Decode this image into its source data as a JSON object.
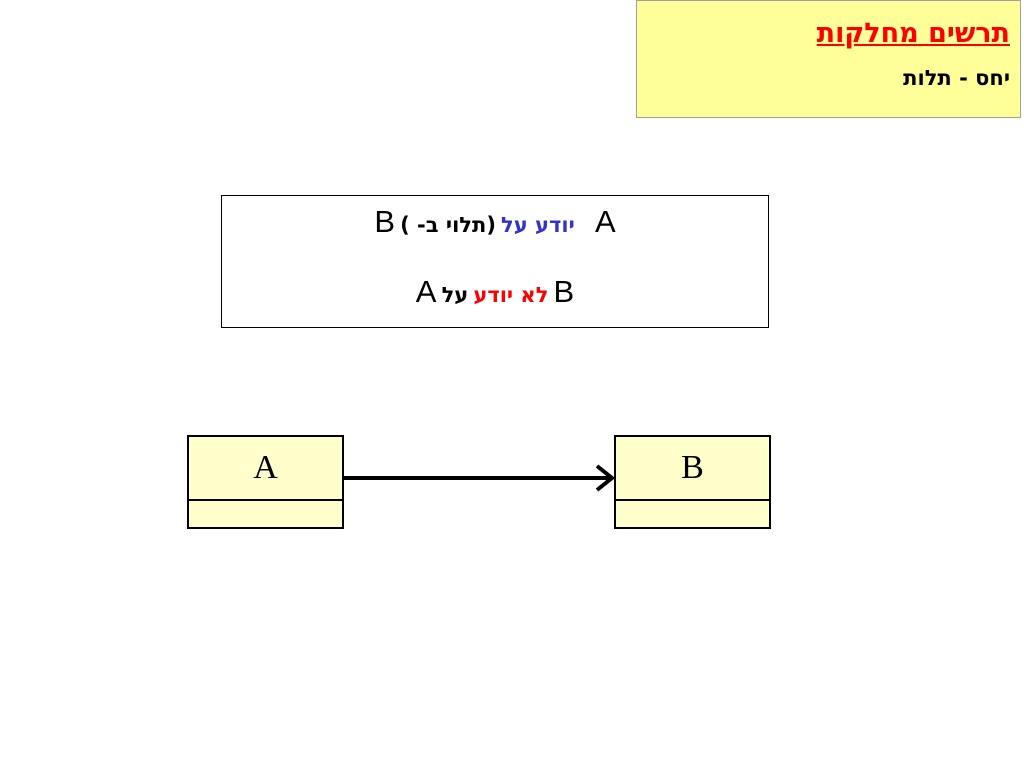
{
  "header": {
    "title": "תרשים מחלקות",
    "subtitle": "יחס - תלות"
  },
  "statement": {
    "line1": {
      "subject": "A",
      "verb": "יודע על",
      "note": "(תלוי ב- )",
      "object": "B"
    },
    "line2": {
      "subject": "B",
      "verb": "לא יודע",
      "connector": "על",
      "object": "A"
    }
  },
  "diagram": {
    "classes": [
      {
        "name": "A"
      },
      {
        "name": "B"
      }
    ],
    "relationship": "dependency"
  },
  "colors": {
    "title": "#ff0000",
    "title_background": "#ffff99",
    "knows": "#3333cc",
    "not_knows": "#ff0000",
    "class_fill": "#ffffcc"
  }
}
